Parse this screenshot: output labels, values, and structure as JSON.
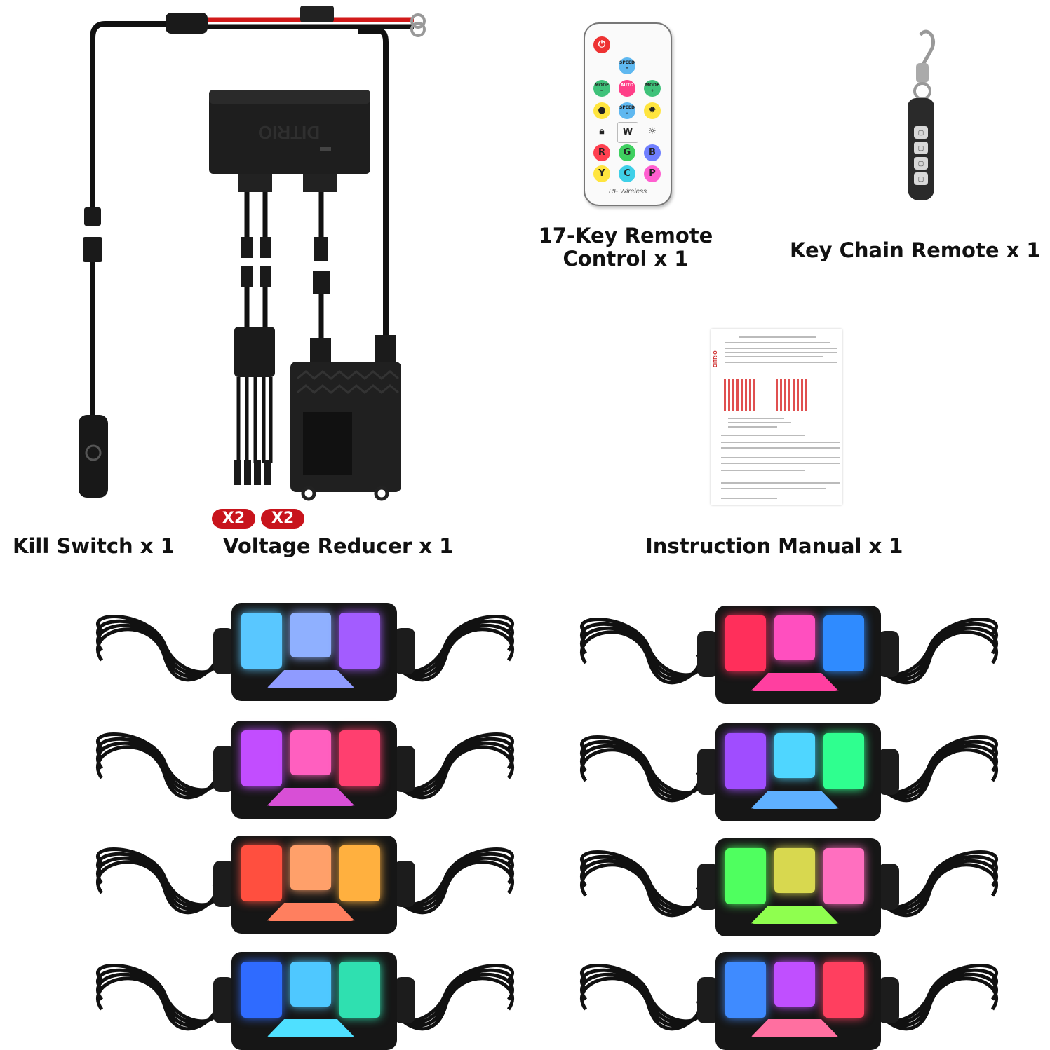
{
  "items": {
    "remote17": {
      "label_line1": "17-Key Remote",
      "label_line2": "Control x 1"
    },
    "keychain": {
      "label": "Key Chain Remote x 1"
    },
    "kill_switch": {
      "label": "Kill Switch x 1"
    },
    "voltage_reducer": {
      "label": "Voltage Reducer x 1",
      "badges": [
        "X2",
        "X2"
      ]
    },
    "manual": {
      "label": "Instruction Manual x 1"
    }
  },
  "remote_buttons": {
    "speed_up": "SPEED +",
    "mode_down": "MODE −",
    "auto": "AUTO",
    "mode_up": "MODE +",
    "speed_down": "SPEED −",
    "white": "W",
    "r": "R",
    "g": "G",
    "b": "B",
    "y": "Y",
    "c": "C",
    "p": "P",
    "rf": "RF Wireless"
  },
  "logo_text": "DITRIO",
  "colors": {
    "badge": "#c8141c",
    "pod_palettes": [
      [
        "#59c7ff",
        "#8fb0ff",
        "#a35cff",
        "#8f9bff"
      ],
      [
        "#ff2f5b",
        "#ff4fbf",
        "#2f8bff",
        "#ff3fa0"
      ],
      [
        "#c24dff",
        "#ff5fbf",
        "#ff3f6f",
        "#d84fd6"
      ],
      [
        "#a04dff",
        "#4fd6ff",
        "#2fff8f",
        "#5fb0ff"
      ],
      [
        "#ff4f3f",
        "#ffa06a",
        "#ffb03f",
        "#ff7f5f"
      ],
      [
        "#4fff5f",
        "#d8d84f",
        "#ff6fbf",
        "#8fff4f"
      ],
      [
        "#2f6bff",
        "#4fc8ff",
        "#2fe0b0",
        "#4fe0ff"
      ],
      [
        "#3f8bff",
        "#c04fff",
        "#ff3f5f",
        "#ff6fa0"
      ]
    ]
  }
}
